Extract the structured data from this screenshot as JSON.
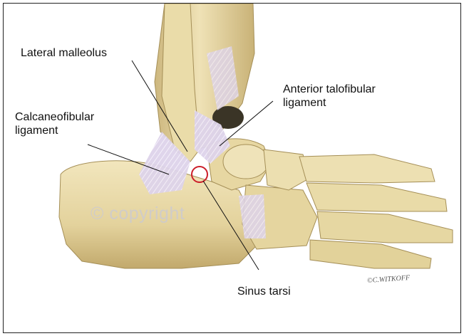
{
  "labels": {
    "lateral_malleolus": "Lateral malleolus",
    "anterior_talofibular": [
      "Anterior talofibular",
      "ligament"
    ],
    "calcaneofibular": [
      "Calcaneofibular",
      "ligament"
    ],
    "sinus_tarsi": "Sinus tarsi"
  },
  "watermark": "© copyright",
  "signature": "©C.WITKOFF",
  "colors": {
    "bone": "#e8d9a6",
    "bone_shadow": "#bfa86a",
    "ligament": "#d9cfe6",
    "marker": "#cc1f2a",
    "leader_line": "#111111"
  }
}
